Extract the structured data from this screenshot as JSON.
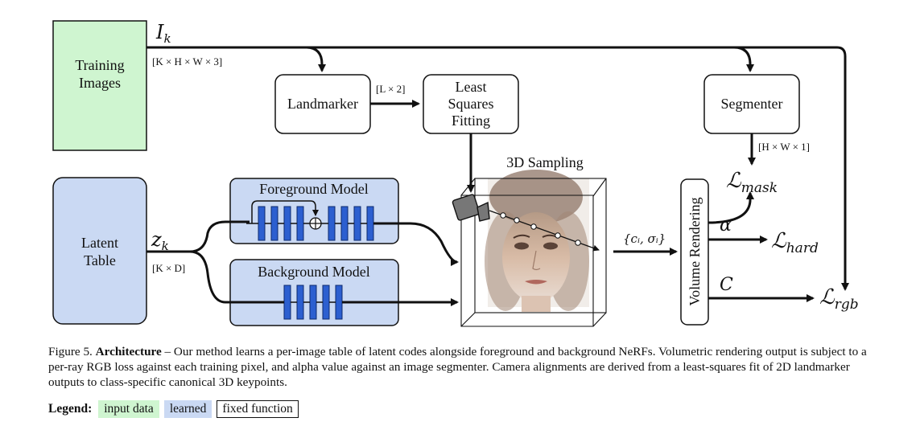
{
  "nodes": {
    "training_images": [
      "Training",
      "Images"
    ],
    "latent_table": [
      "Latent",
      "Table"
    ],
    "landmarker": "Landmarker",
    "least_squares": [
      "Least",
      "Squares",
      "Fitting"
    ],
    "segmenter": "Segmenter",
    "foreground_model": "Foreground Model",
    "background_model": "Background Model",
    "sampling": "3D Sampling",
    "volume_rendering": "Volume Rendering"
  },
  "labels": {
    "ik_main": "I",
    "ik_sub": "k",
    "ik_dims": "[K × H × W × 3]",
    "zk_main": "z",
    "zk_sub": "k",
    "zk_dims": "[K × D]",
    "lm_dims": "[L × 2]",
    "seg_dims": "[H × W × 1]",
    "ci_sigma": "{cᵢ, σᵢ}",
    "alpha": "α",
    "c_out": "C",
    "loss_mask_main": "ℒ",
    "loss_mask_sub": "mask",
    "loss_hard_main": "ℒ",
    "loss_hard_sub": "hard",
    "loss_rgb_main": "ℒ",
    "loss_rgb_sub": "rgb"
  },
  "caption": {
    "prefix": "Figure 5. ",
    "bold": "Architecture",
    "text": " – Our method learns a per-image table of latent codes alongside foreground and background NeRFs. Volumetric rendering output is subject to a per-ray RGB loss against each training pixel, and alpha value against an image segmenter. Camera alignments are derived from a least-squares fit of 2D landmarker outputs to class-specific canonical 3D keypoints."
  },
  "legend": {
    "title": "Legend:",
    "items": [
      "input data",
      "learned",
      "fixed function"
    ]
  },
  "colors": {
    "input_data": "#cff5d0",
    "learned": "#cad9f3",
    "layer_blue": "#2c5fd0",
    "stroke": "#111111"
  }
}
